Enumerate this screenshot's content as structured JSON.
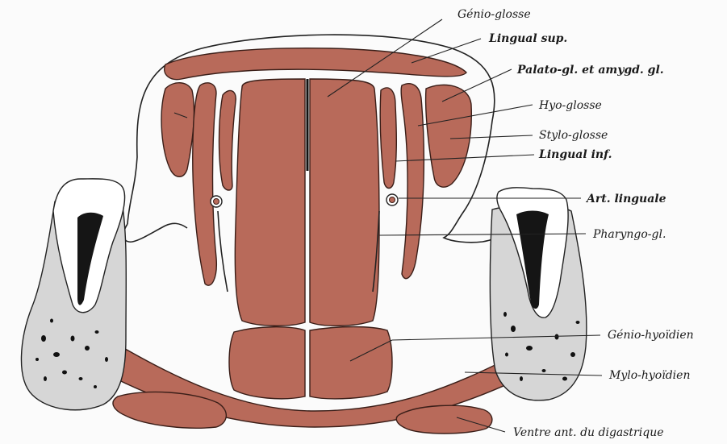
{
  "colors": {
    "muscle": "#b86a5a",
    "bone": "#d6d6d6",
    "background": "#fbfbfb"
  },
  "labels": {
    "genio_glosse": "Génio-glosse",
    "lingual_sup": "Lingual sup.",
    "palato_gl": "Palato-gl. et amygd. gl.",
    "hyo_glosse": "Hyo-glosse",
    "stylo_glosse": "Stylo-glosse",
    "lingual_inf": "Lingual inf.",
    "art_linguale": "Art. linguale",
    "pharyngo_gl": "Pharyngo-gl.",
    "genio_hyoidien": "Génio-hyoïdien",
    "mylo_hyoidien": "Mylo-hyoïdien",
    "ventre_digastrique": "Ventre ant. du digastrique"
  }
}
